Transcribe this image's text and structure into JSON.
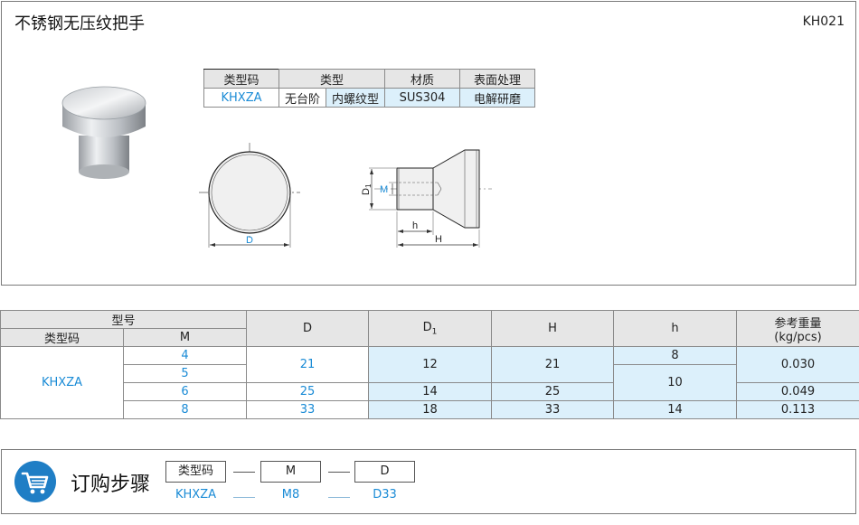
{
  "header": {
    "title": "不锈钢无压纹把手",
    "code": "KH021"
  },
  "type_table": {
    "headers": [
      "类型码",
      "类型",
      "材质",
      "表面处理"
    ],
    "row": {
      "type_code": "KHXZA",
      "type_a": "无台阶",
      "type_b": "内螺纹型",
      "material": "SUS304",
      "surface": "电解研磨"
    }
  },
  "drawing": {
    "label_D": "D",
    "label_D1": "D",
    "label_D1_sub": "1",
    "label_M": "M",
    "label_h": "h",
    "label_H": "H"
  },
  "spec_table": {
    "group_header": "型号",
    "col_type_code": "类型码",
    "col_M": "M",
    "col_D": "D",
    "col_D1": "D",
    "col_D1_sub": "1",
    "col_H": "H",
    "col_h": "h",
    "col_weight_line1": "参考重量",
    "col_weight_line2": "(kg/pcs)",
    "type_code": "KHXZA",
    "rows": [
      {
        "M": "4",
        "D": "21",
        "D1": "12",
        "H": "21",
        "h": "8",
        "weight": "0.030"
      },
      {
        "M": "5"
      },
      {
        "M": "6",
        "D": "25",
        "D1": "14",
        "H": "25",
        "h": "10",
        "weight": "0.049"
      },
      {
        "M": "8",
        "D": "33",
        "D1": "18",
        "H": "33",
        "h": "14",
        "weight": "0.113"
      }
    ]
  },
  "order": {
    "label": "订购步骤",
    "boxes": [
      "类型码",
      "M",
      "D"
    ],
    "values": [
      "KHXZA",
      "M8",
      "D33"
    ]
  },
  "colors": {
    "accent_blue": "#1a8bd6",
    "light_blue_cell": "#dcf0fb",
    "header_gray": "#e6e6e6",
    "icon_blue": "#1f7ec5"
  }
}
